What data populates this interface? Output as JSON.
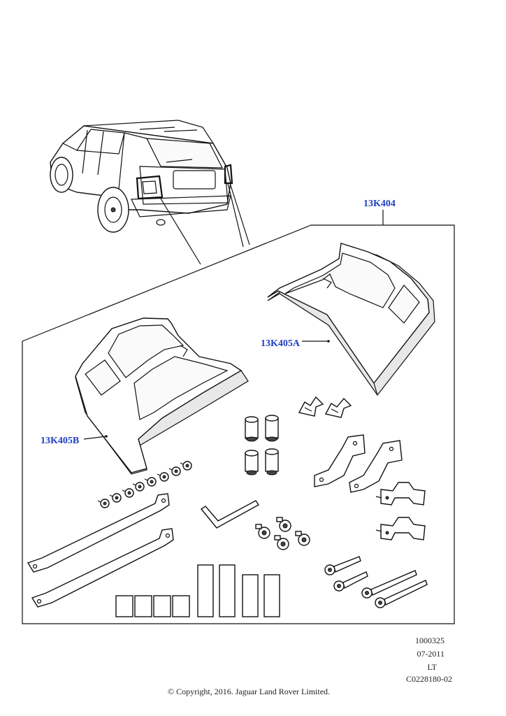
{
  "callouts": {
    "kit": "13K404",
    "right_cover": "13K405A",
    "left_cover": "13K405B"
  },
  "meta": {
    "line1": "1000325",
    "line2": "07-2011",
    "line3": "LT",
    "line4": "C0228180-02"
  },
  "copyright": "© Copyright, 2016. Jaguar Land Rover Limited.",
  "colors": {
    "callout": "#1f3fbf",
    "line": "#111111"
  }
}
